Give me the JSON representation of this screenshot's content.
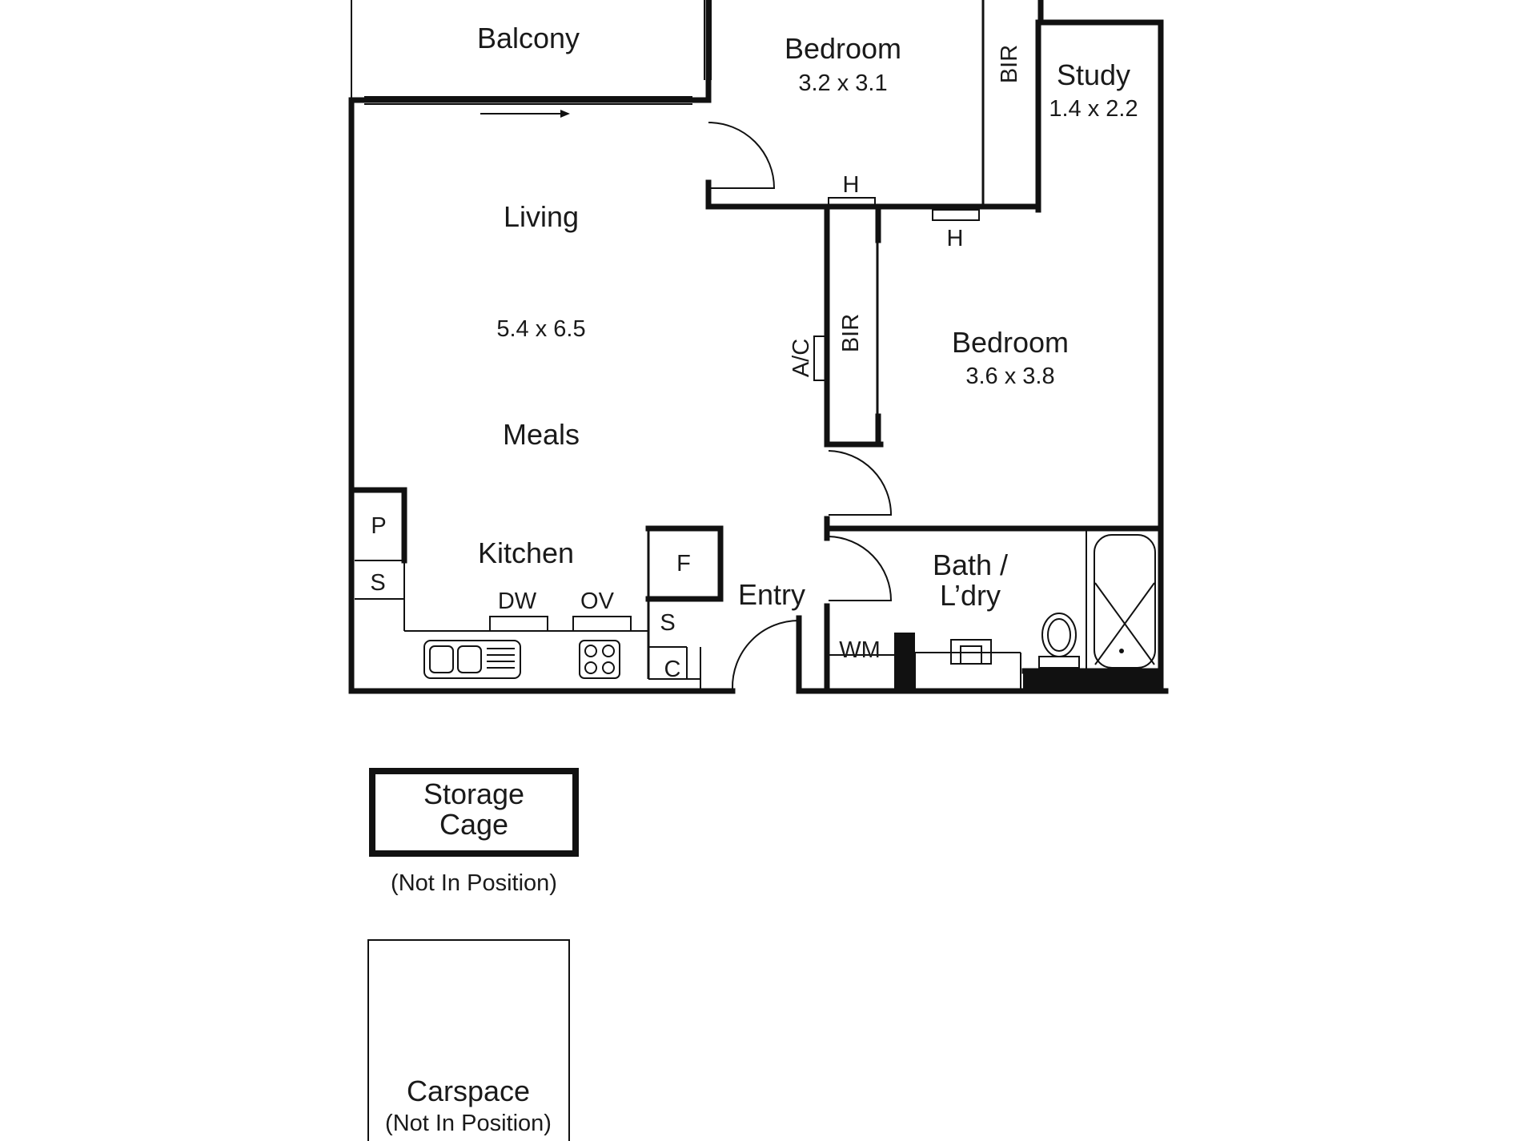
{
  "rooms": {
    "balcony": {
      "name": "Balcony"
    },
    "bedroom1": {
      "name": "Bedroom",
      "dims": "3.2 x 3.1"
    },
    "study": {
      "name": "Study",
      "dims": "1.4 x 2.2"
    },
    "living": {
      "name": "Living",
      "dims": "5.4 x 6.5"
    },
    "meals": {
      "name": "Meals"
    },
    "kitchen": {
      "name": "Kitchen"
    },
    "bedroom2": {
      "name": "Bedroom",
      "dims": "3.6 x 3.8"
    },
    "bath": {
      "name_line1": "Bath /",
      "name_line2": "L’dry"
    },
    "entry": {
      "name": "Entry"
    }
  },
  "fixtures": {
    "bir_top": "BIR",
    "bir_mid": "BIR",
    "heater_1": "H",
    "heater_2": "H",
    "ac": "A/C",
    "pantry": "P",
    "storage_kitchen": "S",
    "dishwasher": "DW",
    "oven": "OV",
    "fridge": "F",
    "storage_entry": "S",
    "cupboard": "C",
    "washing_machine": "WM"
  },
  "extras": {
    "storage_cage": {
      "line1": "Storage",
      "line2": "Cage",
      "note": "(Not In Position)"
    },
    "carspace": {
      "name": "Carspace",
      "note": "(Not In Position)"
    }
  }
}
